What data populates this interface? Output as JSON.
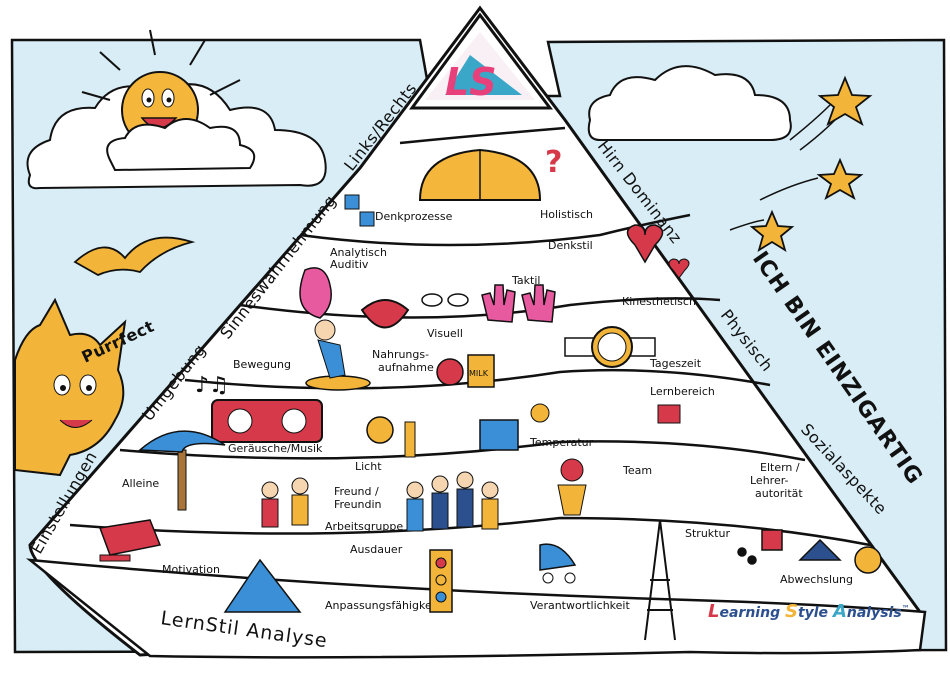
{
  "colors": {
    "sky": "#d8edf5",
    "paper": "#ffffff",
    "ink": "#111111",
    "sun": "#f5b63c",
    "star": "#f2b53a",
    "red": "#d63a4a",
    "blue": "#3a8fd6",
    "pink": "#e85aa0"
  },
  "logo": {
    "text": "LS"
  },
  "banners": {
    "links_rechts": "Links/Rechts",
    "hirn_dominanz": "Hirn Dominanz",
    "sinnes": "Sinneswahrnehmung",
    "physisch": "Physisch",
    "umgebung": "Umgebung",
    "sozial": "Sozialaspekte",
    "einstellungen": "Einstellungen",
    "headline": "ICH BIN EINZIGARTIG",
    "base": "LernStil Analyse",
    "cat_sign": "Purrfect"
  },
  "tier1": {
    "denkprozesse": "Denkprozesse",
    "holistisch": "Holistisch",
    "analytisch": "Analytisch",
    "denkstil": "Denkstil"
  },
  "tier2": {
    "auditiv": "Auditiv",
    "taktil": "Taktil",
    "kinesthetisch": "Kinesthetisch",
    "visuell": "Visuell"
  },
  "tier3": {
    "bewegung": "Bewegung",
    "nahrung": "Nahrungs-",
    "aufnahme": "aufnahme",
    "tageszeit": "Tageszeit",
    "milk": "MILK"
  },
  "tier4": {
    "geraeusche": "Geräusche/Musik",
    "licht": "Licht",
    "temperatur": "Temperatur",
    "lernbereich": "Lernbereich"
  },
  "tier5": {
    "alleine": "Alleine",
    "freund": "Freund /",
    "freundin": "Freundin",
    "arbeitsgruppe": "Arbeitsgruppe",
    "team": "Team",
    "eltern1": "Eltern /",
    "eltern2": "Lehrer-",
    "eltern3": "autorität"
  },
  "tier6": {
    "motivation": "Motivation",
    "ausdauer": "Ausdauer",
    "anpassung": "Anpassungsfähigkeit",
    "verantwortung": "Verantwortlichkeit",
    "struktur": "Struktur",
    "abwechslung": "Abwechslung"
  },
  "brand": {
    "L": "L",
    "earning": "earning ",
    "S": "S",
    "tyle": "tyle ",
    "A": "A",
    "nalysis": "nalysis",
    "tm": "™"
  }
}
